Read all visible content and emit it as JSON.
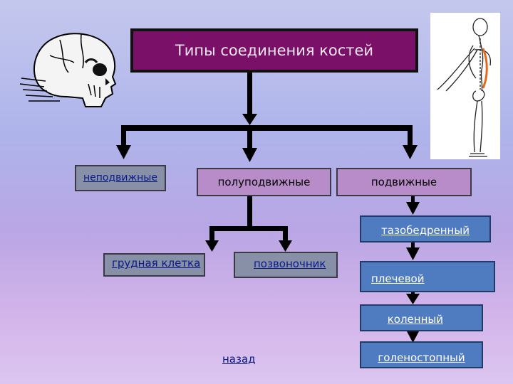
{
  "title": "Типы соединения костей",
  "categories": {
    "immovable": "неподвижные",
    "semi_movable": "полуподвижные",
    "movable": "подвижные"
  },
  "semi_movable_examples": {
    "chest": "грудная клетка",
    "spine": "позвоночник"
  },
  "movable_examples": {
    "hip": "тазобедренный",
    "shoulder": "плечевой",
    "knee": "коленный",
    "ankle": "голеностопный"
  },
  "back_link": "назад",
  "colors": {
    "title_bg": "#7a1068",
    "box_stone": "#8890a8",
    "box_mauve": "#b88cc8",
    "box_blue": "#4f7cc0",
    "link": "#0a1a8a"
  },
  "icons": {
    "skull": "skull-illustration",
    "skeleton": "skeleton-side-illustration"
  }
}
